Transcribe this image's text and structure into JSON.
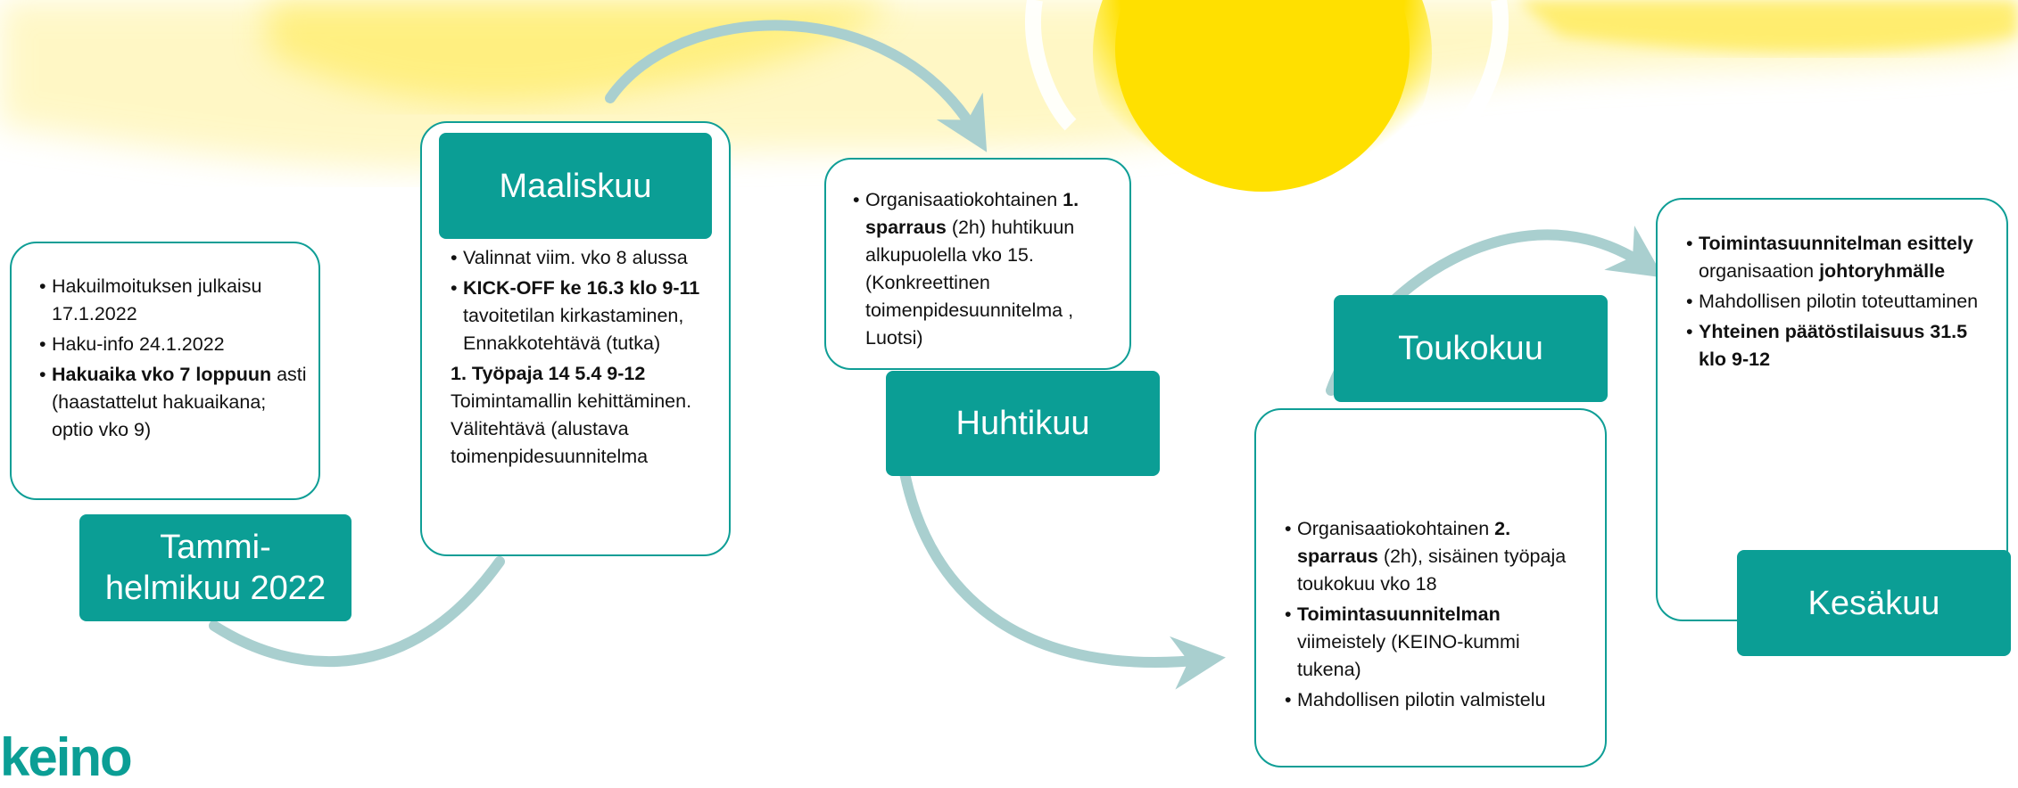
{
  "stages": {
    "tammi": {
      "label": "Tammi-\nhelmikuu 2022",
      "items": [
        {
          "parts": [
            {
              "t": "Hakuilmoituksen julkaisu 17.1.2022"
            }
          ]
        },
        {
          "parts": [
            {
              "t": "Haku-info 24.1.2022"
            }
          ]
        },
        {
          "parts": [
            {
              "t": "Hakuaika vko 7 loppuun",
              "b": true
            },
            {
              "t": " asti (haastattelut hakuaikana; optio vko 9)"
            }
          ]
        }
      ]
    },
    "maalis": {
      "label": "Maaliskuu",
      "items": [
        {
          "parts": [
            {
              "t": "Valinnat viim. vko 8 alussa"
            }
          ]
        },
        {
          "parts": [
            {
              "t": "KICK-OFF ke 16.3 klo 9-11",
              "b": true
            },
            {
              "t": "  tavoitetilan kirkastaminen, Ennakkotehtävä (tutka)"
            }
          ]
        },
        {
          "num": true,
          "parts": [
            {
              "t": "1. Työpaja 14 5.4 9-12",
              "b": true
            },
            {
              "t": " Toimintamallin kehittäminen. Välitehtävä (alustava toimenpidesuunnitelma"
            }
          ]
        }
      ]
    },
    "huhti": {
      "label": "Huhtikuu",
      "items": [
        {
          "parts": [
            {
              "t": "Organisaatiokohtainen "
            },
            {
              "t": "1. sparraus",
              "b": true
            },
            {
              "t": " (2h) huhtikuun alkupuolella vko 15. (Konkreettinen toimenpidesuunnitelma , Luotsi)"
            }
          ]
        }
      ]
    },
    "touko": {
      "label": "Toukokuu",
      "items": [
        {
          "parts": [
            {
              "t": "Organisaatiokohtainen "
            },
            {
              "t": "2. sparraus",
              "b": true
            },
            {
              "t": " (2h), sisäinen työpaja toukokuu  vko 18"
            }
          ]
        },
        {
          "parts": [
            {
              "t": "Toimintasuunnitelman",
              "b": true
            },
            {
              "t": " viimeistely (KEINO-kummi tukena)"
            }
          ]
        },
        {
          "parts": [
            {
              "t": "Mahdollisen pilotin valmistelu"
            }
          ]
        }
      ]
    },
    "kesa": {
      "label": "Kesäkuu",
      "items": [
        {
          "parts": [
            {
              "t": "Toimintasuunnitelman esittely",
              "b": true
            },
            {
              "t": " organisaation "
            },
            {
              "t": "johtoryhmälle",
              "b": true
            }
          ]
        },
        {
          "parts": [
            {
              "t": "Mahdollisen pilotin toteuttaminen"
            }
          ]
        },
        {
          "parts": [
            {
              "t": "Yhteinen päätöstilaisuus 31.5 klo 9-12",
              "b": true
            }
          ]
        }
      ]
    }
  },
  "colors": {
    "teal": "#0b9e95",
    "arrow": "#a9cfcf",
    "sun": "#ffe000"
  },
  "logo_text": "keino"
}
